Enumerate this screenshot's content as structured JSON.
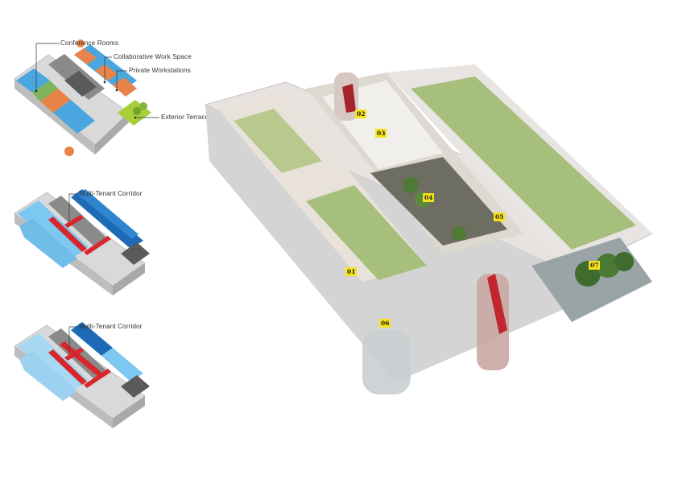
{
  "diagrams": [
    {
      "id": "program-diagram",
      "callouts": [
        {
          "label": "Conference Rooms",
          "color": "#7fb35a"
        },
        {
          "label": "Collaborative Work Space",
          "color": "#e8844a"
        },
        {
          "label": "Private Workstations",
          "color": "#4aa6df"
        },
        {
          "label": "Exterior Terrace",
          "color": "#a8cf3a"
        }
      ]
    },
    {
      "id": "corridor-diagram-1",
      "callouts": [
        {
          "label": "Multi-Tenant Corridor",
          "color": "#d8262e"
        }
      ]
    },
    {
      "id": "corridor-diagram-2",
      "callouts": [
        {
          "label": "Multi-Tenant Corridor",
          "color": "#d8262e"
        }
      ]
    }
  ],
  "main_rendering": {
    "tags": [
      {
        "label": "01"
      },
      {
        "label": "02"
      },
      {
        "label": "03"
      },
      {
        "label": "04"
      },
      {
        "label": "05"
      },
      {
        "label": "06"
      },
      {
        "label": "07"
      }
    ],
    "tag_color": "#f5e21a"
  }
}
